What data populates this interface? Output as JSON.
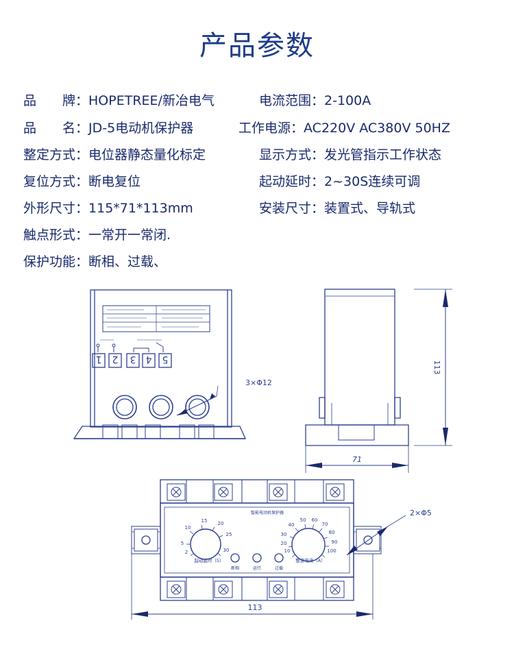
{
  "title": "产品参数",
  "specs_left": [
    {
      "label": "品　　牌：",
      "value": "HOPETREE/新冶电气"
    },
    {
      "label": "品　　名：",
      "value": "JD-5电动机保护器"
    },
    {
      "label": "整定方式：",
      "value": "电位器静态量化标定"
    },
    {
      "label": "复位方式：",
      "value": "断电复位"
    },
    {
      "label": "外形尺寸：",
      "value": "115*71*113mm"
    },
    {
      "label": "触点形式：",
      "value": "一常开一常闭."
    },
    {
      "label": "保护功能：",
      "value": "断相、过载、"
    }
  ],
  "specs_right": [
    {
      "label": "电流范围：",
      "value": "2-100A"
    },
    {
      "label": "工作电源：",
      "value": "AC220V  AC380V  50HZ"
    },
    {
      "label": "显示方式：",
      "value": "发光管指示工作状态"
    },
    {
      "label": "起动延时：",
      "value": "2~30S连续可调"
    },
    {
      "label": "安装尺寸：",
      "value": "装置式、导轨式"
    }
  ],
  "drawing": {
    "front": {
      "terminals": [
        "1",
        "2",
        "3",
        "4",
        "5"
      ],
      "hole_label": "3×Φ12"
    },
    "side": {
      "height_dim": "113",
      "width_dim": "71"
    },
    "top": {
      "panel_title": "智能电动机保护器",
      "left_dial_ticks": [
        "2",
        "5",
        "10",
        "15",
        "20",
        "25",
        "30"
      ],
      "left_dial_label": "起动延时（S）",
      "right_dial_ticks": [
        "10",
        "20",
        "30",
        "40",
        "50",
        "60",
        "70",
        "80",
        "90",
        "100"
      ],
      "right_dial_label": "整定电流（A）",
      "leds": [
        "断相",
        "运行",
        "过载"
      ],
      "hole_label": "2×Φ5",
      "width_dim": "113"
    }
  },
  "colors": {
    "accent": "#1f3c8a",
    "line": "#2c3f8f"
  }
}
